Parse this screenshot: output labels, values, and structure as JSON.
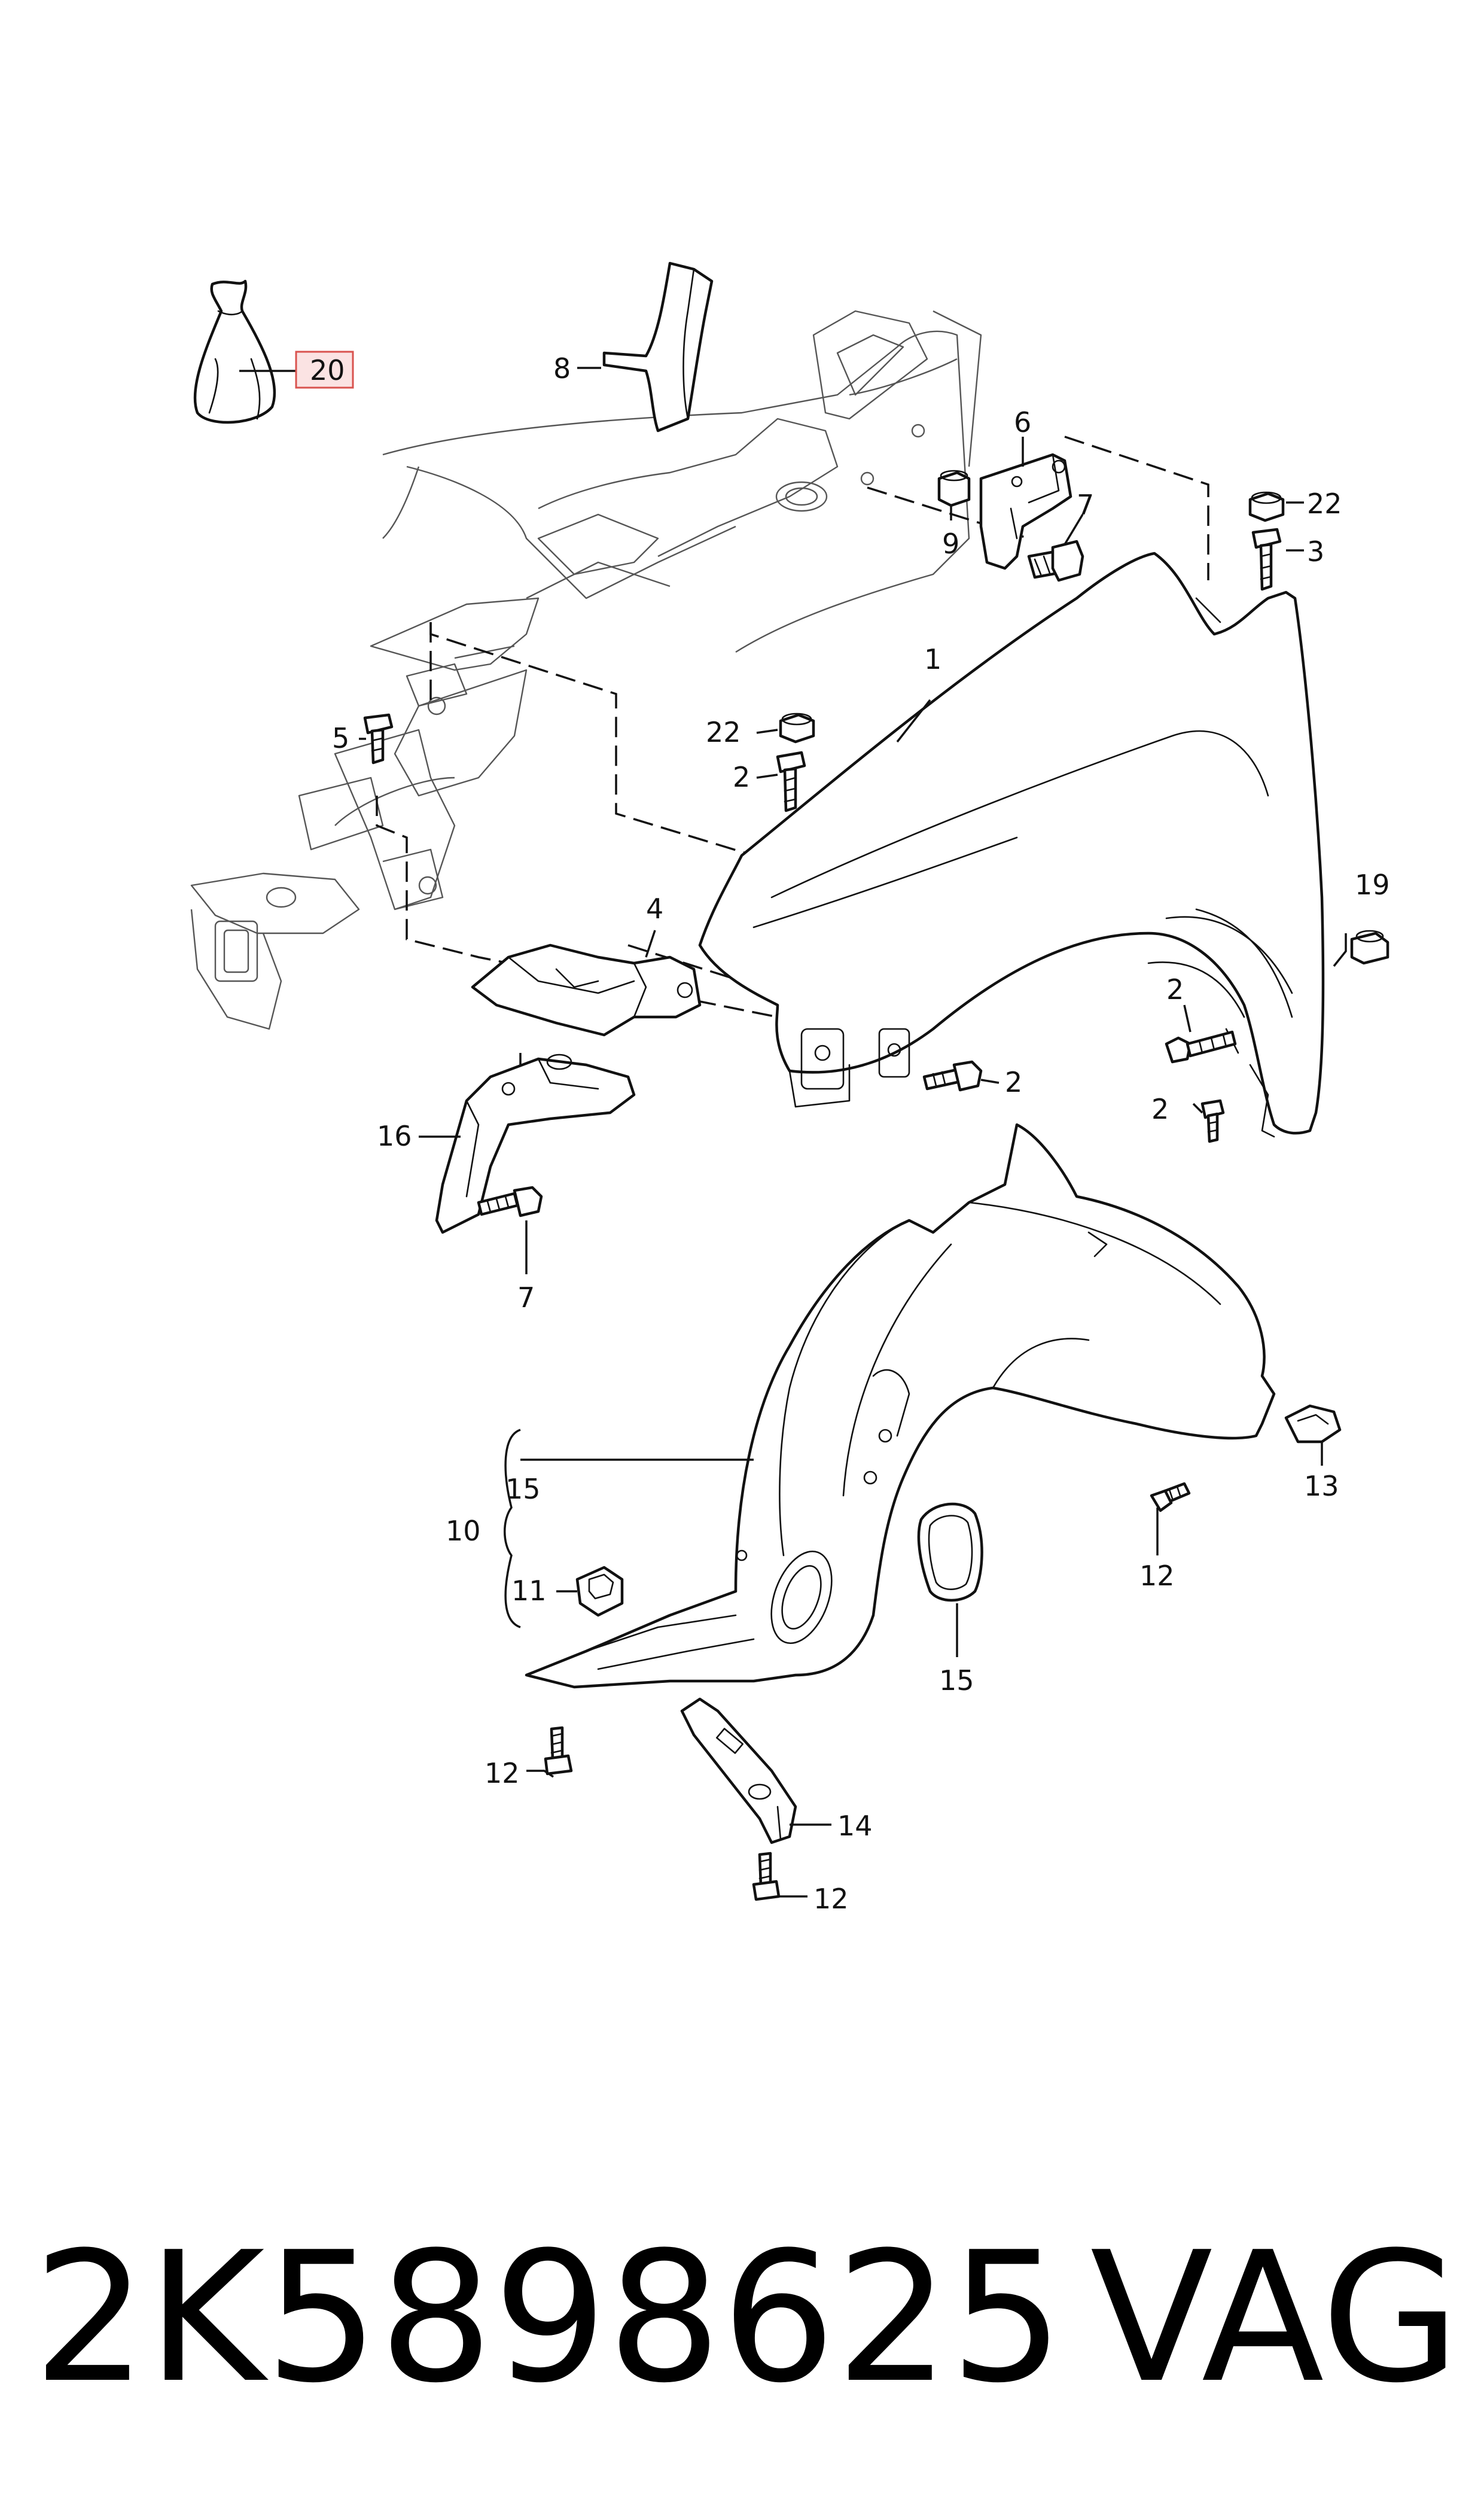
{
  "callouts": {
    "c1": "1",
    "c2a": "2",
    "c2b": "2",
    "c2c": "2",
    "c2d": "2",
    "c3": "3",
    "c4": "4",
    "c5": "5",
    "c6": "6",
    "c7a": "7",
    "c7b": "7",
    "c8": "8",
    "c9": "9",
    "c10": "10",
    "c11": "11",
    "c12a": "12",
    "c12b": "12",
    "c12c": "12",
    "c13": "13",
    "c14": "14",
    "c15a": "15",
    "c15b": "15",
    "c16": "16",
    "c19": "19",
    "c20": "20",
    "c22a": "22",
    "c22b": "22"
  },
  "caption": {
    "part_number": "2K5898625",
    "brand": "VAG"
  },
  "highlight": {
    "callout": "20",
    "color": "#d9534f",
    "fill": "#fbe3e3"
  }
}
